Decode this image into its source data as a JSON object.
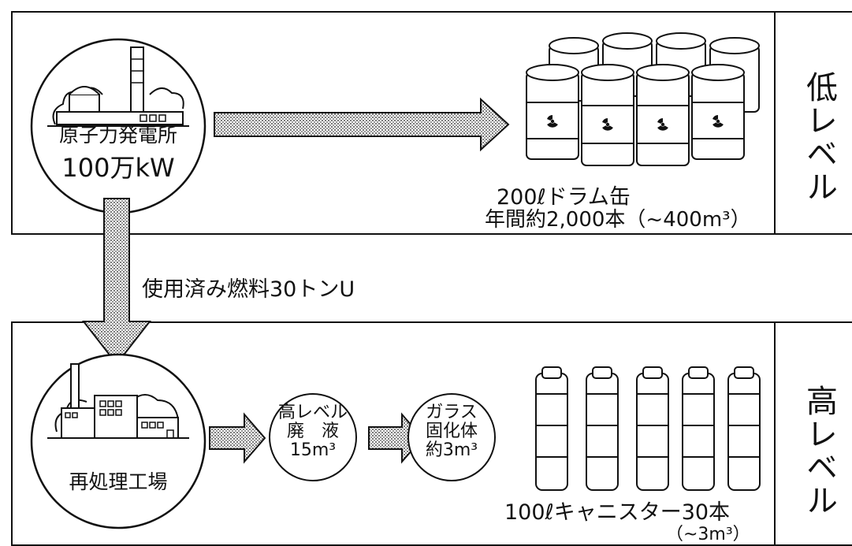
{
  "sections": {
    "low": {
      "label": "低レベル"
    },
    "high": {
      "label": "高レベル"
    }
  },
  "plant": {
    "name": "原子力発電所",
    "power": "100万kW"
  },
  "drums": {
    "label": "200ℓドラム缶",
    "volume": "年間約2,000本（~400m³）"
  },
  "spent_fuel": {
    "label": "使用済み燃料30トンU"
  },
  "reprocessing": {
    "name": "再処理工場"
  },
  "hlw": {
    "line1": "高レベル",
    "line2": "廃　液",
    "line3": "15m³"
  },
  "glass": {
    "line1": "ガラス",
    "line2": "固化体",
    "line3": "約3m³"
  },
  "canisters": {
    "label": "100ℓキャニスター30本",
    "volume": "（~3m³）"
  },
  "colors": {
    "arrow_fill": "#d4d4d4",
    "stroke": "#111111",
    "background": "#ffffff"
  },
  "icons": {
    "radiation": "radiation-trefoil-icon"
  }
}
